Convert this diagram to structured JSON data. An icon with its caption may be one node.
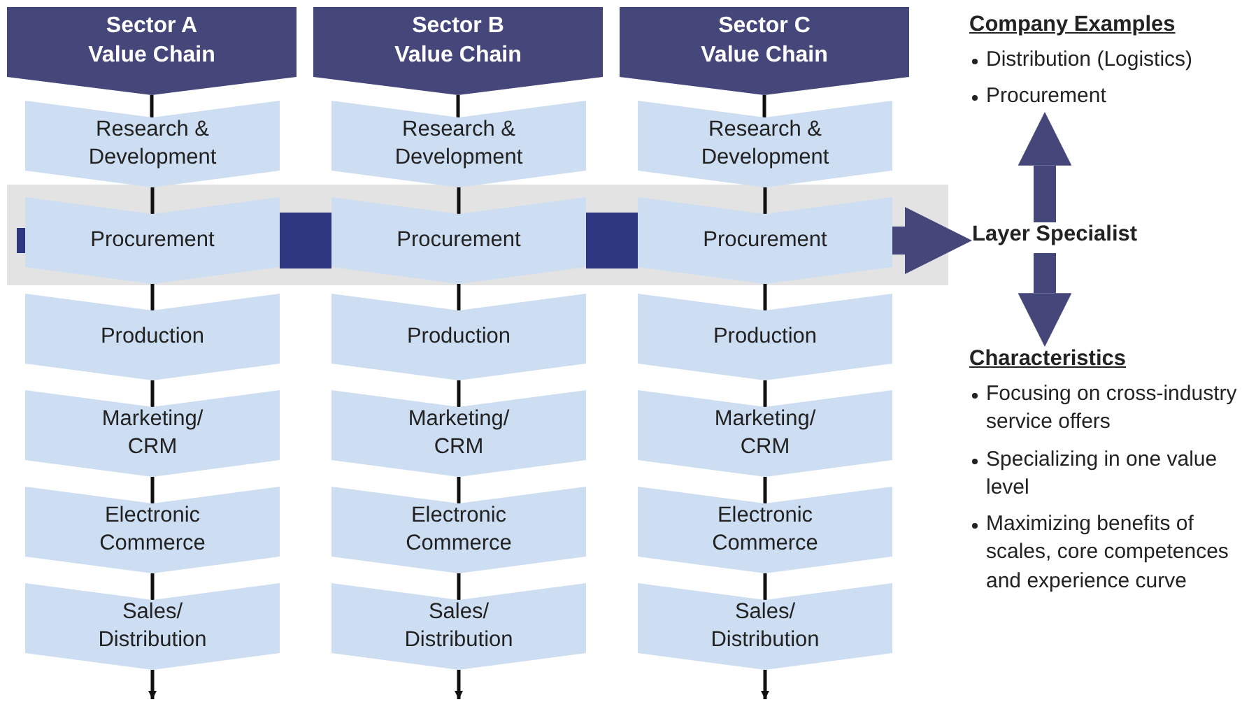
{
  "diagram": {
    "nodes": [
      {
        "text": [
          "Sector A Value Chain"
        ]
      },
      {
        "text": [
          "Research & Development"
        ]
      },
      {
        "text": [
          "Procurement"
        ]
      },
      {
        "text": [
          "Production"
        ]
      },
      {
        "text": [
          "Marketing/ CRM"
        ]
      },
      {
        "text": [
          "Electronic Commerce"
        ]
      },
      {
        "text": [
          "Sales/ Distribution"
        ]
      },
      {
        "text": [
          "Sector B Value Chain"
        ]
      },
      {
        "text": [
          "Research & Development"
        ]
      },
      {
        "text": [
          "Procurement"
        ]
      },
      {
        "text": [
          "Production"
        ]
      },
      {
        "text": [
          "Marketing/ CRM"
        ]
      },
      {
        "text": [
          "Electronic Commerce"
        ]
      },
      {
        "text": [
          "Sales/ Distribution"
        ]
      },
      {
        "text": [
          "Sector C Value Chain"
        ]
      },
      {
        "text": [
          "Research & Development"
        ]
      },
      {
        "text": [
          "Procurement"
        ]
      },
      {
        "text": [
          "Production"
        ]
      },
      {
        "text": [
          "Marketing/ CRM"
        ]
      },
      {
        "text": [
          "Electronic Commerce"
        ]
      },
      {
        "text": [
          "Sales/ Distribution"
        ]
      },
      {
        "text": [
          "Layer Specialist"
        ]
      },
      {
        "text": [
          "Company Examples",
          "Distribution (Logistics)",
          "Procurement"
        ]
      },
      {
        "text": [
          "Characteristics",
          "Focusing on cross-industry service offers",
          "Specializing in one value level",
          "Maximizing benefits of scales, core competences and experience curve"
        ]
      }
    ],
    "edges": [
      {
        "from": 0,
        "to": 1,
        "arrow": "none"
      },
      {
        "from": 1,
        "to": 2,
        "arrow": "none"
      },
      {
        "from": 2,
        "to": 3,
        "arrow": "none"
      },
      {
        "from": 3,
        "to": 4,
        "arrow": "none"
      },
      {
        "from": 4,
        "to": 5,
        "arrow": "none"
      },
      {
        "from": 5,
        "to": 6,
        "arrow": "none"
      },
      {
        "from": 6,
        "to": null,
        "arrow": "to"
      },
      {
        "from": 7,
        "to": 8,
        "arrow": "none"
      },
      {
        "from": 8,
        "to": 9,
        "arrow": "none"
      },
      {
        "from": 9,
        "to": 10,
        "arrow": "none"
      },
      {
        "from": 10,
        "to": 11,
        "arrow": "none"
      },
      {
        "from": 11,
        "to": 12,
        "arrow": "none"
      },
      {
        "from": 12,
        "to": 13,
        "arrow": "none"
      },
      {
        "from": 13,
        "to": null,
        "arrow": "to"
      },
      {
        "from": 14,
        "to": 15,
        "arrow": "none"
      },
      {
        "from": 15,
        "to": 16,
        "arrow": "none"
      },
      {
        "from": 16,
        "to": 17,
        "arrow": "none"
      },
      {
        "from": 17,
        "to": 18,
        "arrow": "none"
      },
      {
        "from": 18,
        "to": 19,
        "arrow": "none"
      },
      {
        "from": 19,
        "to": 20,
        "arrow": "none"
      },
      {
        "from": 20,
        "to": null,
        "arrow": "to"
      },
      {
        "from": null,
        "to": 2,
        "arrow": "none",
        "style": "thick",
        "color": "#2e3680"
      },
      {
        "from": 2,
        "to": 9,
        "arrow": "none",
        "style": "thick",
        "color": "#2e3680"
      },
      {
        "from": 9,
        "to": 16,
        "arrow": "none",
        "style": "thick",
        "color": "#2e3680"
      },
      {
        "from": 16,
        "to": 21,
        "arrow": "to",
        "style": "thick",
        "color": "#45467a"
      },
      {
        "from": 21,
        "to": 22,
        "arrow": "to",
        "style": "thick",
        "color": "#45467a"
      },
      {
        "from": 21,
        "to": 23,
        "arrow": "to",
        "style": "thick",
        "color": "#45467a"
      }
    ]
  }
}
